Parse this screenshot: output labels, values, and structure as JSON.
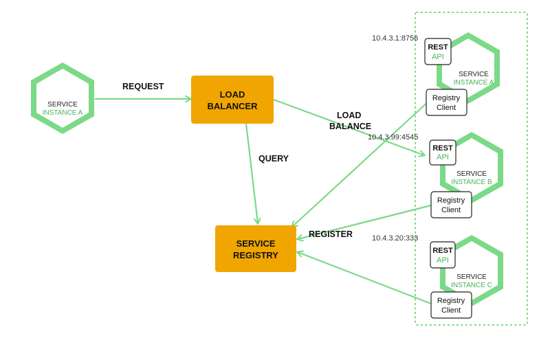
{
  "client": {
    "line1": "SERVICE",
    "line2": "INSTANCE A"
  },
  "load_balancer": {
    "line1": "LOAD",
    "line2": "BALANCER"
  },
  "service_registry": {
    "line1": "SERVICE",
    "line2": "REGISTRY"
  },
  "edges": {
    "request": "REQUEST",
    "query": "QUERY",
    "load_balance_1": "LOAD",
    "load_balance_2": "BALANCE",
    "register": "REGISTER"
  },
  "instances": [
    {
      "ip": "10.4.3.1:8756",
      "rest": "REST",
      "api": "API",
      "line1": "SERVICE",
      "line2": "INSTANCE A",
      "client1": "Registry",
      "client2": "Client"
    },
    {
      "ip": "10.4.3.99:4545",
      "rest": "REST",
      "api": "API",
      "line1": "SERVICE",
      "line2": "INSTANCE B",
      "client1": "Registry",
      "client2": "Client"
    },
    {
      "ip": "10.4.3.20:333",
      "rest": "REST",
      "api": "API",
      "line1": "SERVICE",
      "line2": "INSTANCE C",
      "client1": "Registry",
      "client2": "Client"
    }
  ],
  "colors": {
    "green": "#7bd987",
    "green_text": "#45b35a",
    "orange": "#f0a500"
  }
}
